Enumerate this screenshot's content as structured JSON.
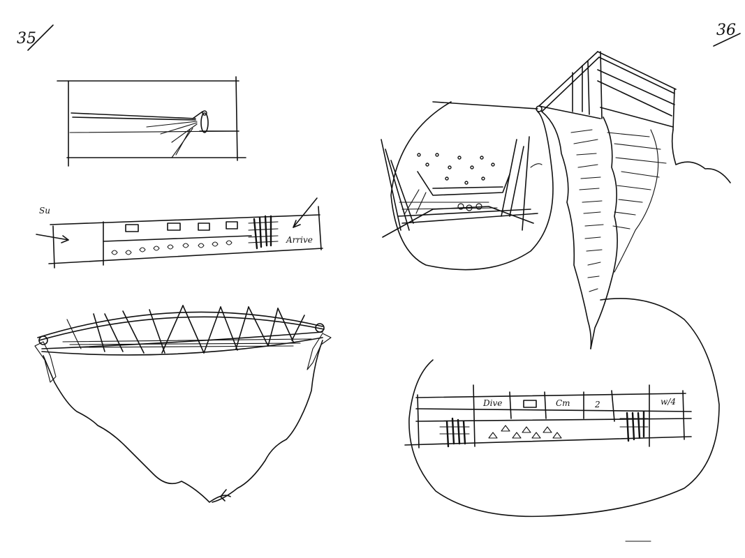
{
  "pages": {
    "left_number": "35",
    "right_number": "36"
  },
  "labels": {
    "left_strip_start": "Su",
    "left_strip_end": "Arrive",
    "right_strip_a": "Dive",
    "right_strip_b": "Cm",
    "right_strip_c": "2",
    "right_strip_d": "w/4"
  },
  "colors": {
    "ink": "#111111",
    "paper": "#ffffff"
  }
}
